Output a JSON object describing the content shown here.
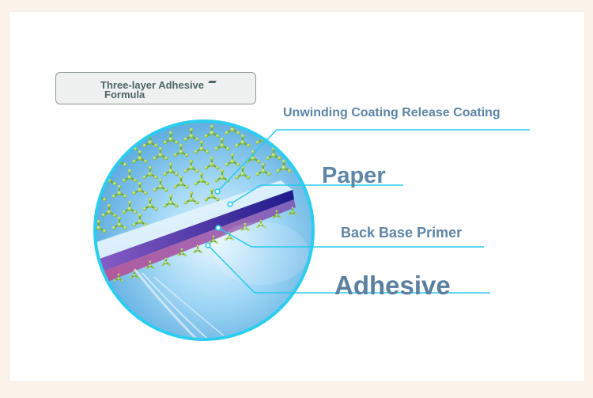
{
  "title": {
    "line1": "Three-layer Adhesive",
    "line2": "Formula"
  },
  "labels": {
    "release": "Unwinding Coating Release Coating",
    "paper": "Paper",
    "primer": "Back Base Primer",
    "adhesive": "Adhesive"
  },
  "colors": {
    "page_background": "#fbf3ea",
    "label_text": "#5e86a7",
    "leader_line": "#27c9ee",
    "circle_border": "#2ccdf0",
    "molecule": "#8ac43f",
    "primer_layer": "#2a1f8c",
    "adhesive_layer": "#b0458f"
  }
}
